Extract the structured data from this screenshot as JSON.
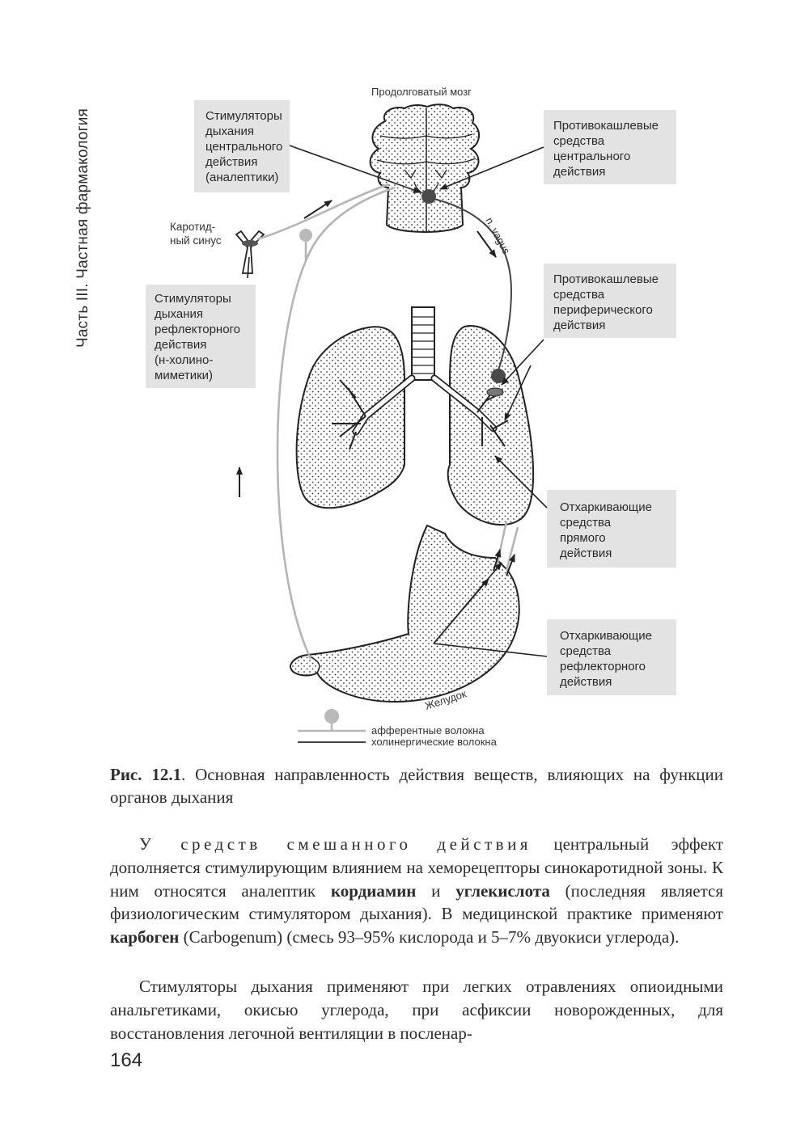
{
  "running_head": "Часть III. Частная фармакология",
  "page_number": "164",
  "figure": {
    "label_medulla": "Продолговатый мозг",
    "label_vagus": "n. vagus",
    "label_stomach": "Желудок",
    "carotid": [
      "Каротид-",
      "ный синус"
    ],
    "boxes": {
      "central_stimulators": [
        "Стимуляторы",
        "дыхания",
        "центрального",
        "действия",
        "(аналептики)"
      ],
      "reflex_stimulators": [
        "Стимуляторы",
        "дыхания",
        "рефлекторного",
        "действия",
        "(н-холино-",
        "миметики)"
      ],
      "central_antitussives": [
        "Противокашлевые",
        "средства",
        "центрального",
        "действия"
      ],
      "peripheral_antitussives": [
        "Противокашлевые",
        "средства",
        "периферического",
        "действия"
      ],
      "direct_expectorants": [
        "Отхаркивающие",
        "средства",
        "прямого",
        "действия"
      ],
      "reflex_expectorants": [
        "Отхаркивающие",
        "средства",
        "рефлекторного",
        "действия"
      ]
    },
    "legend": {
      "afferent": "афферентные волокна",
      "cholinergic": "холинергические волокна"
    },
    "colors": {
      "box_fill": "#e3e3e3",
      "afferent_line": "#b5b5b5",
      "cholinergic_line": "#444444"
    }
  },
  "caption": {
    "label": "Рис. 12.1",
    "text": ". Основная направленность действия веществ, влияющих на функции органов дыхания"
  },
  "paragraphs": {
    "p1": {
      "spaced": "У средств смешанного действия",
      "t1": " центральный эффект дополняется стимулирующим влиянием на хеморецепторы синокаротидной зоны. К ним относятся аналептик ",
      "b1": "кордиамин",
      "t2": " и ",
      "b2": "углекислота",
      "t3": " (последняя является физиологическим стимулятором дыхания). В медицинской практике применяют ",
      "b3": "карбоген",
      "t4": " (Carbogenum) (смесь 93–95% кислорода и 5–7% двуокиси углерода)."
    },
    "p2": {
      "text": "Стимуляторы дыхания применяют при легких отравлениях опиоидными анальгетиками, окисью углерода, при асфиксии новорожденных, для восстановления легочной вентиляции в посленар-"
    }
  }
}
